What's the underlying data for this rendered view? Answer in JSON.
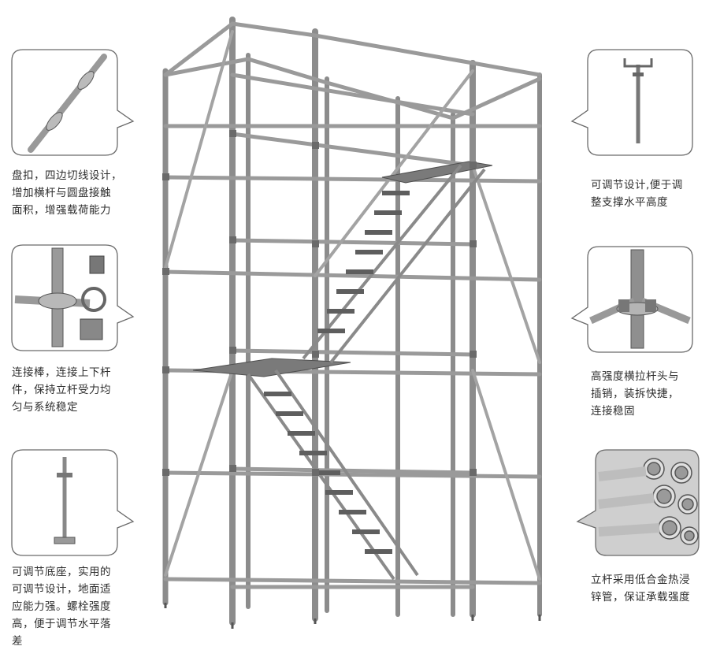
{
  "callouts": {
    "left_1": {
      "caption": "盘扣，四边切线设计，\n增加横杆与圆盘接触\n面积，增强载荷能力",
      "image": "ringlock-rosette-detail"
    },
    "left_2": {
      "caption": "连接棒，连接上下杆\n件，保持立杆受力均\n匀与系统稳定",
      "image": "spigot-connector-detail"
    },
    "left_3": {
      "caption": "可调节底座，实用的\n可调节设计，地面适\n应能力强。螺栓强度\n高，便于调节水平落\n差",
      "image": "adjustable-base-jack"
    },
    "right_1": {
      "caption": "可调节设计,便于调\n整支撑水平高度",
      "image": "u-head-jack"
    },
    "right_2": {
      "caption": "高强度横拉杆头与\n插销，装拆快捷，\n连接稳固",
      "image": "ledger-head-wedge-pin"
    },
    "right_3": {
      "caption": "立杆采用低合金热浸\n锌管，保证承载强度",
      "image": "galvanized-steel-tubes"
    }
  },
  "main_image": "ringlock-scaffold-stair-tower",
  "colors": {
    "frame": "#555555",
    "tube": "#9a9a9a",
    "tube_dark": "#6e6e6e",
    "text": "#2e2e2e"
  }
}
